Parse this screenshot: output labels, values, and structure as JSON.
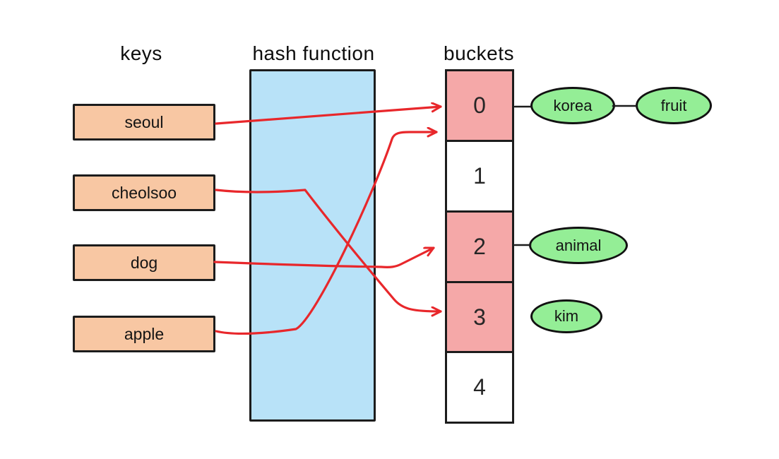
{
  "labels": {
    "keys": "keys",
    "hash_function": "hash function",
    "buckets": "buckets"
  },
  "keys": [
    {
      "label": "seoul",
      "maps_to_bucket": "0"
    },
    {
      "label": "cheolsoo",
      "maps_to_bucket": "3"
    },
    {
      "label": "dog",
      "maps_to_bucket": "2"
    },
    {
      "label": "apple",
      "maps_to_bucket": "0"
    }
  ],
  "buckets": [
    {
      "index": "0",
      "occupied": true,
      "values": [
        "korea",
        "fruit"
      ]
    },
    {
      "index": "1",
      "occupied": false,
      "values": []
    },
    {
      "index": "2",
      "occupied": true,
      "values": [
        "animal"
      ]
    },
    {
      "index": "3",
      "occupied": true,
      "values": [
        "kim"
      ]
    },
    {
      "index": "4",
      "occupied": false,
      "values": []
    }
  ],
  "value_nodes": [
    {
      "label": "korea",
      "linked_to": "bucket-0"
    },
    {
      "label": "fruit",
      "linked_to": "korea"
    },
    {
      "label": "animal",
      "linked_to": "bucket-2"
    },
    {
      "label": "kim",
      "linked_to": "bucket-3"
    }
  ],
  "colors": {
    "key_box_fill": "#f8c7a3",
    "hash_box_fill": "#b8e2f8",
    "bucket_occupied_fill": "#f5a8a8",
    "bucket_empty_fill": "#ffffff",
    "value_node_fill": "#94ee96",
    "arrow_red": "#e8272b",
    "outline": "#1c1c1c"
  }
}
